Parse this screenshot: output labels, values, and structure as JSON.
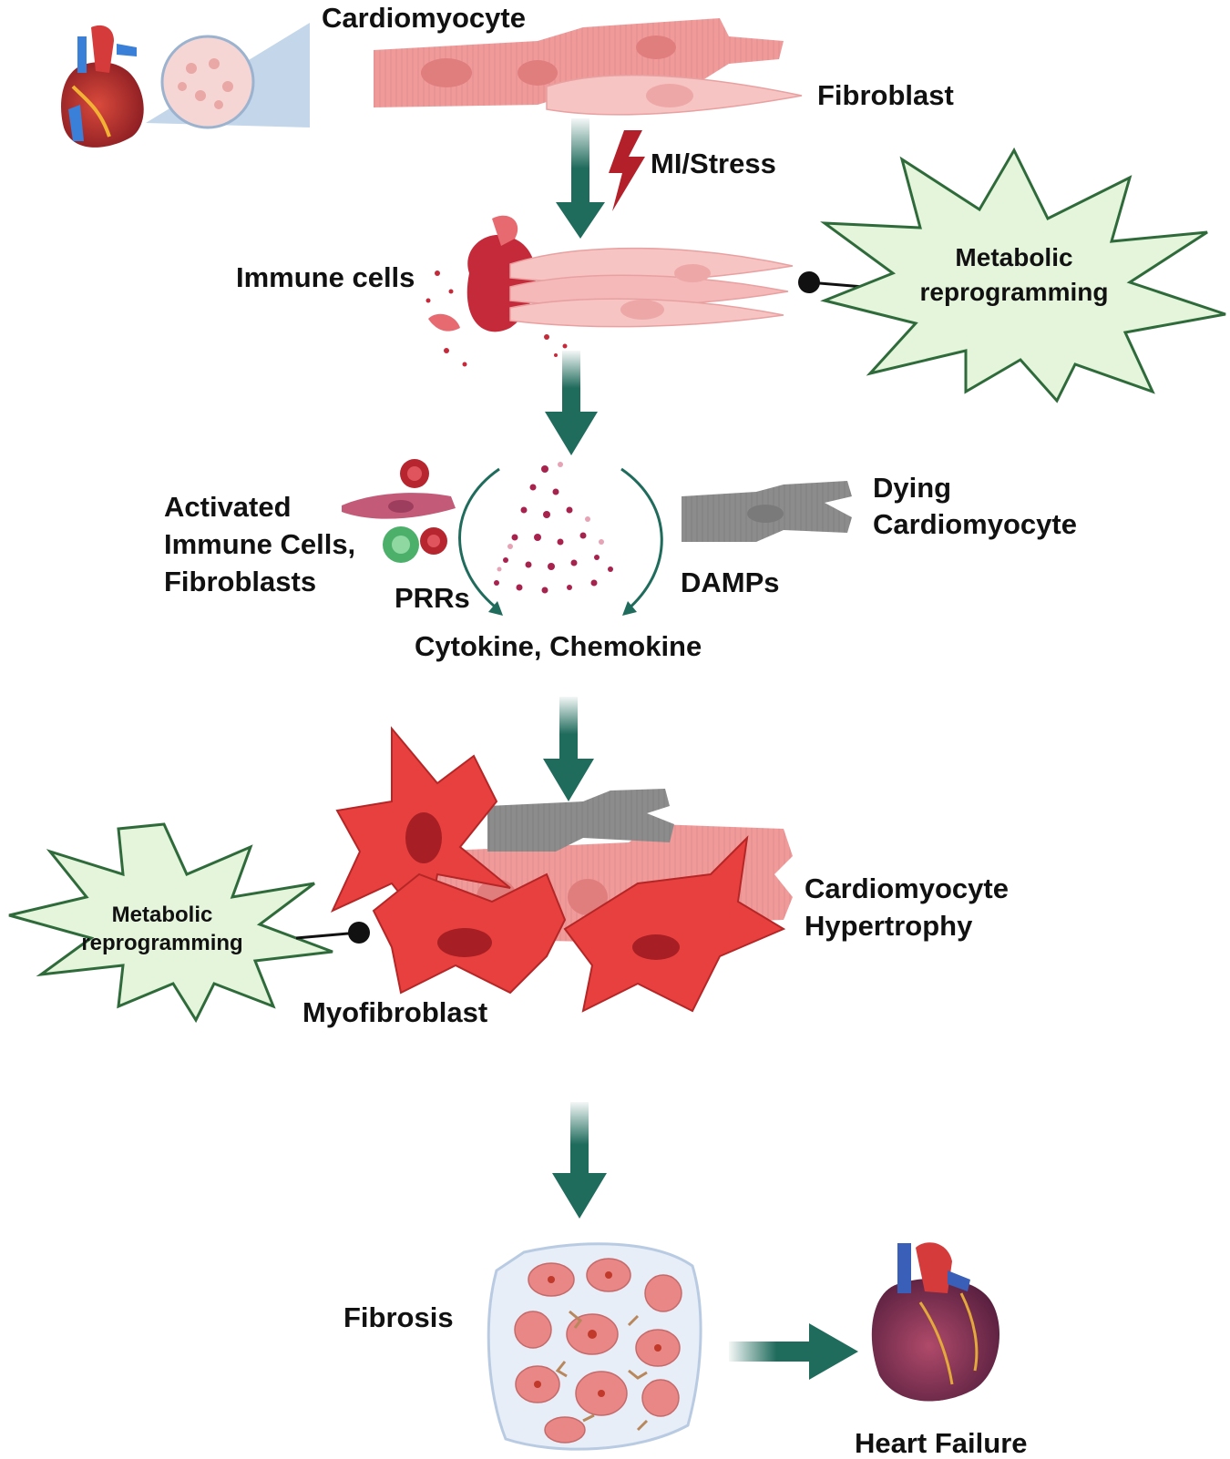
{
  "labels": {
    "cardiomyocyte": "Cardiomyocyte",
    "fibroblast": "Fibroblast",
    "mi_stress": "MI/Stress",
    "immune_cells": "Immune cells",
    "metabolic_top_line1": "Metabolic",
    "metabolic_top_line2": "reprogramming",
    "activated_line1": "Activated",
    "activated_line2": "Immune Cells,",
    "activated_line3": "Fibroblasts",
    "dying_line1": "Dying",
    "dying_line2": "Cardiomyocyte",
    "prrs": "PRRs",
    "damps": "DAMPs",
    "cytokine": "Cytokine, Chemokine",
    "metabolic_bottom_line1": "Metabolic",
    "metabolic_bottom_line2": "reprogramming",
    "hypertrophy_line1": "Cardiomyocyte",
    "hypertrophy_line2": "Hypertrophy",
    "myofibroblast": "Myofibroblast",
    "fibrosis": "Fibrosis",
    "heart_failure": "Heart Failure"
  },
  "colors": {
    "arrow": "#1f6b5c",
    "cardiomyocyte": "#f19a9a",
    "fibroblast": "#f7c4c4",
    "myofibroblast": "#e8403f",
    "dying": "#8c8c8c",
    "burst_fill": "#e4f5dc",
    "burst_stroke": "#2f6b3a",
    "lightning": "#b3202a",
    "immune": "#c52a3a"
  },
  "icons": [
    "heart-icon",
    "tissue-zoom-icon",
    "lightning-icon",
    "inhibition-icon",
    "heart-failure-icon"
  ]
}
